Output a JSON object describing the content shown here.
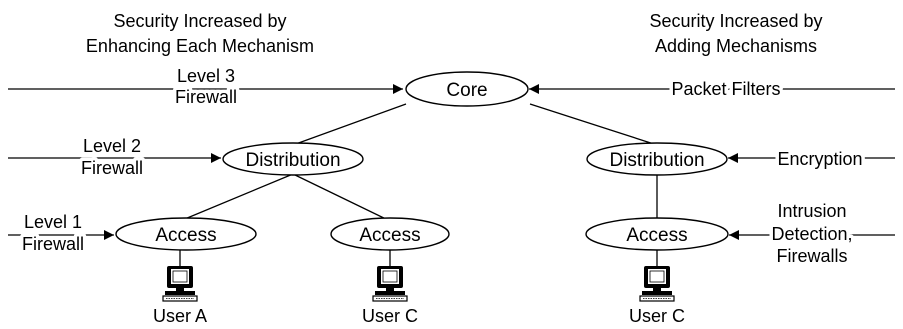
{
  "headings": {
    "left": [
      "Security Increased by",
      "Enhancing Each Mechanism"
    ],
    "right": [
      "Security Increased by",
      "Adding Mechanisms"
    ]
  },
  "nodes": {
    "core": "Core",
    "distribution_left": "Distribution",
    "distribution_right": "Distribution",
    "access_left": "Access",
    "access_middle": "Access",
    "access_right": "Access"
  },
  "left_labels": {
    "level3": [
      "Level 3",
      "Firewall"
    ],
    "level2": [
      "Level 2",
      "Firewall"
    ],
    "level1": [
      "Level 1",
      "Firewall"
    ]
  },
  "right_labels": {
    "packet_filters": "Packet Filters",
    "encryption": "Encryption",
    "intrusion": [
      "Intrusion",
      "Detection,",
      "Firewalls"
    ]
  },
  "users": {
    "user_a": "User A",
    "user_c_middle": "User C",
    "user_c_right": "User C"
  },
  "icons": {
    "workstation": "computer-icon",
    "arrow": "arrowhead"
  }
}
